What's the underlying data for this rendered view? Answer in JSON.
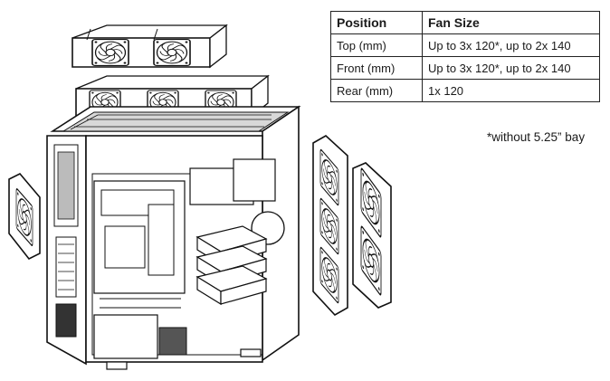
{
  "fan_table": {
    "headers": [
      "Position",
      "Fan Size"
    ],
    "rows": [
      {
        "position": "Top (mm)",
        "fan_size": "Up to 3x 120*, up to 2x 140"
      },
      {
        "position": "Front (mm)",
        "fan_size": "Up to 3x 120*, up to 2x 140"
      },
      {
        "position": "Rear (mm)",
        "fan_size": "1x 120"
      }
    ]
  },
  "footnote": "*without 5.25” bay"
}
